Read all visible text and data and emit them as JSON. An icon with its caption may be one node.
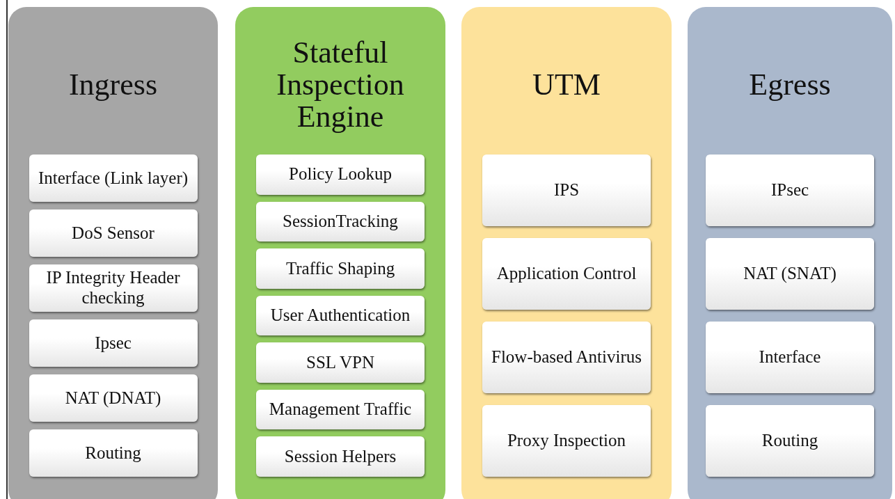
{
  "diagram": {
    "nodes": [
      {
        "text": [
          "Ingress"
        ]
      },
      {
        "text": [
          "Interface (Link layer)"
        ],
        "in": 0
      },
      {
        "text": [
          "DoS Sensor"
        ],
        "in": 0
      },
      {
        "text": [
          "IP Integrity Header checking"
        ],
        "in": 0
      },
      {
        "text": [
          "Ipsec"
        ],
        "in": 0
      },
      {
        "text": [
          "NAT (DNAT)"
        ],
        "in": 0
      },
      {
        "text": [
          "Routing"
        ],
        "in": 0
      },
      {
        "text": [
          "Stateful Inspection Engine"
        ]
      },
      {
        "text": [
          "Policy Lookup"
        ],
        "in": 7
      },
      {
        "text": [
          "SessionTracking"
        ],
        "in": 7
      },
      {
        "text": [
          "Traffic Shaping"
        ],
        "in": 7
      },
      {
        "text": [
          "User Authentication"
        ],
        "in": 7
      },
      {
        "text": [
          "SSL VPN"
        ],
        "in": 7
      },
      {
        "text": [
          "Management Traffic"
        ],
        "in": 7
      },
      {
        "text": [
          "Session Helpers"
        ],
        "in": 7
      },
      {
        "text": [
          "UTM"
        ]
      },
      {
        "text": [
          "IPS"
        ],
        "in": 15
      },
      {
        "text": [
          "Application Control"
        ],
        "in": 15
      },
      {
        "text": [
          "Flow-based Antivirus"
        ],
        "in": 15
      },
      {
        "text": [
          "Proxy Inspection"
        ],
        "in": 15
      },
      {
        "text": [
          "Egress"
        ]
      },
      {
        "text": [
          "IPsec"
        ],
        "in": 20
      },
      {
        "text": [
          "NAT (SNAT)"
        ],
        "in": 20
      },
      {
        "text": [
          "Interface"
        ],
        "in": 20
      },
      {
        "text": [
          "Routing"
        ],
        "in": 20
      }
    ],
    "edges": []
  }
}
